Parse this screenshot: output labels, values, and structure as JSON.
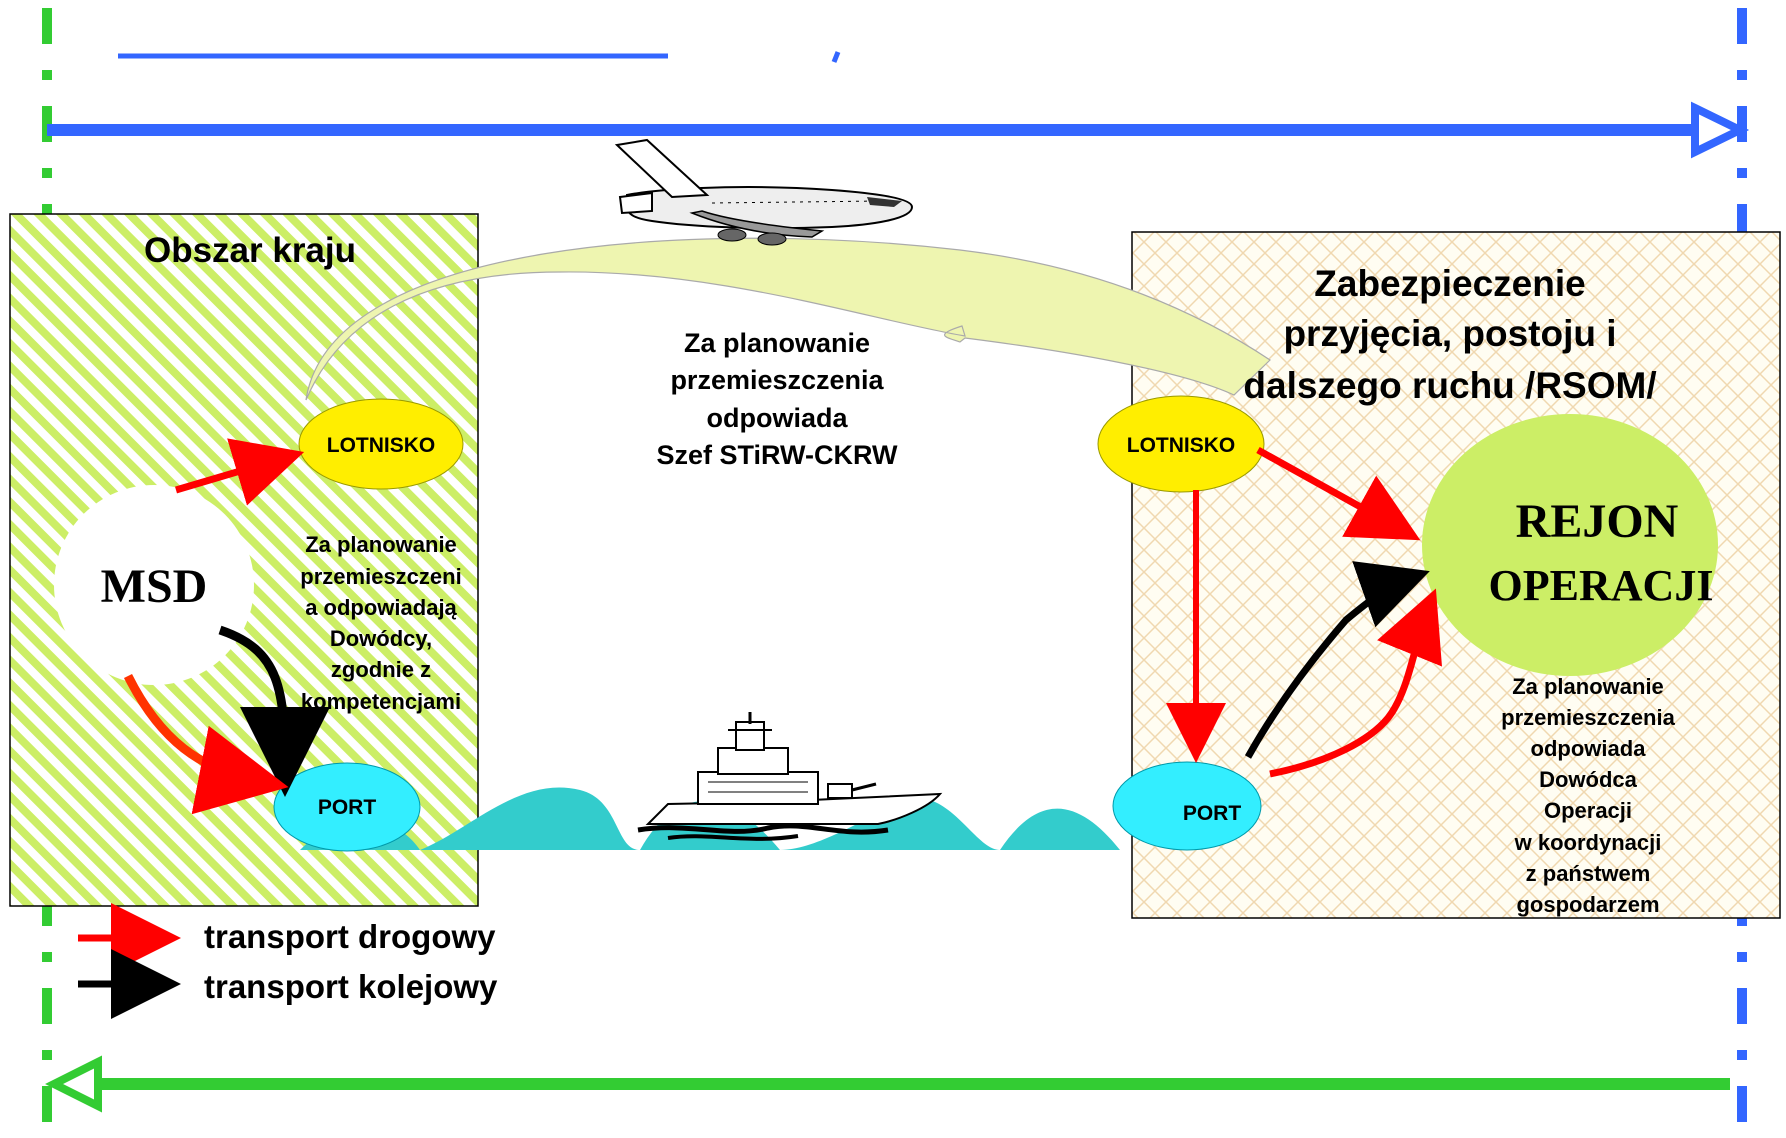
{
  "left_region": {
    "title": "Obszar kraju",
    "msd": "MSD",
    "airport": "LOTNISKO",
    "port": "PORT",
    "note": [
      "Za planowanie",
      "przemieszczeni",
      "a odpowiadają",
      "Dowódcy,",
      "zgodnie z",
      "kompetencjami"
    ]
  },
  "center_note": [
    "Za planowanie",
    "przemieszczenia",
    "odpowiada",
    "Szef STiRW-CKRW"
  ],
  "right_region": {
    "title": [
      "Zabezpieczenie",
      "przyjęcia, postoju i",
      "dalszego ruchu /RSOM/"
    ],
    "airport": "LOTNISKO",
    "port": "PORT",
    "operation_area": [
      "REJON",
      "OPERACJI"
    ],
    "note": [
      "Za planowanie",
      "przemieszczenia",
      "odpowiada",
      "Dowódca",
      "Operacji",
      "w koordynacji",
      "z państwem",
      "gospodarzem"
    ]
  },
  "legend": {
    "road": "transport drogowy",
    "rail": "transport kolejowy"
  },
  "colors": {
    "road_arrow": "#ff0000",
    "rail_arrow": "#000000",
    "top_arrow": "#3366ff",
    "bottom_arrow": "#33cc33",
    "left_region_stripes": "#ccee66",
    "right_region_pattern": "#f0d8b0",
    "ellipse_yellow": "#ffee00",
    "ellipse_cyan": "#33eeff",
    "operation_area": "#ccee66",
    "sea": "#33cccc",
    "flight_path": "#eef5b0"
  },
  "icons": [
    "airplane-icon",
    "warship-icon"
  ]
}
